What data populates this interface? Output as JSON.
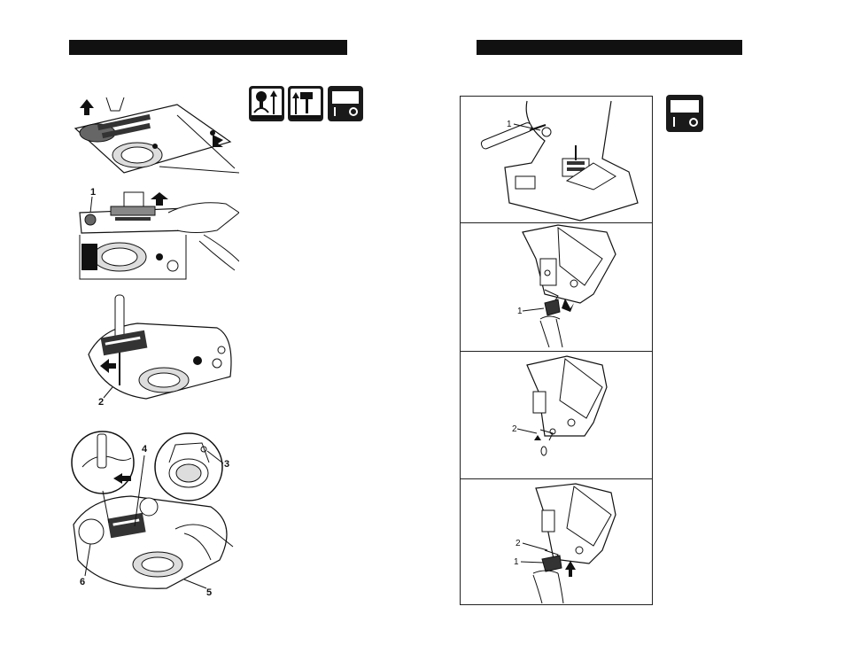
{
  "left_page": {
    "figure1": {
      "callouts": [
        "1"
      ]
    },
    "figure2": {
      "callouts": [
        "2"
      ]
    },
    "figure3": {
      "callouts": [
        "3",
        "4",
        "5",
        "6"
      ]
    },
    "icons": [
      "presser-foot-up-icon",
      "needle-up-icon",
      "power-switch-off-icon"
    ]
  },
  "right_page": {
    "panel1": {
      "callouts": [
        "1"
      ]
    },
    "panel2": {
      "callouts": [
        "1"
      ]
    },
    "panel3": {
      "callouts": [
        "2"
      ]
    },
    "panel4": {
      "callouts": [
        "2",
        "1"
      ]
    },
    "icons": [
      "power-switch-off-icon"
    ]
  },
  "colors": {
    "ink": "#111111",
    "paper": "#ffffff"
  }
}
